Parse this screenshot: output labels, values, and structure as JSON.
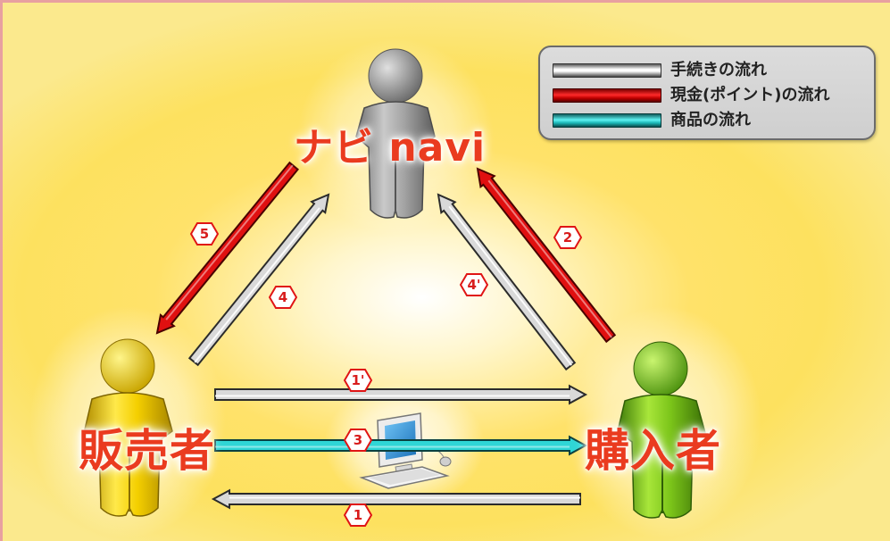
{
  "roles": {
    "navi": "ナビ navi",
    "seller": "販売者",
    "buyer": "購入者"
  },
  "legend": {
    "procedure": "手続きの流れ",
    "cash": "現金(ポイント)の流れ",
    "goods": "商品の流れ"
  },
  "steps": {
    "s1": "1",
    "s1p": "1'",
    "s2": "2",
    "s3": "3",
    "s4": "4",
    "s4p": "4'",
    "s5": "5"
  },
  "colors": {
    "procedure": "#d9d9d9",
    "cash": "#e01010",
    "goods": "#2fd6d6",
    "navi_person": "#9a9a9a",
    "seller_person": "#f2cf06",
    "buyer_person": "#86c81a",
    "label": "#ea3b1f"
  },
  "icons": {
    "computer": "computer-icon",
    "navi_person": "person-icon",
    "seller_person": "person-icon",
    "buyer_person": "person-icon"
  }
}
